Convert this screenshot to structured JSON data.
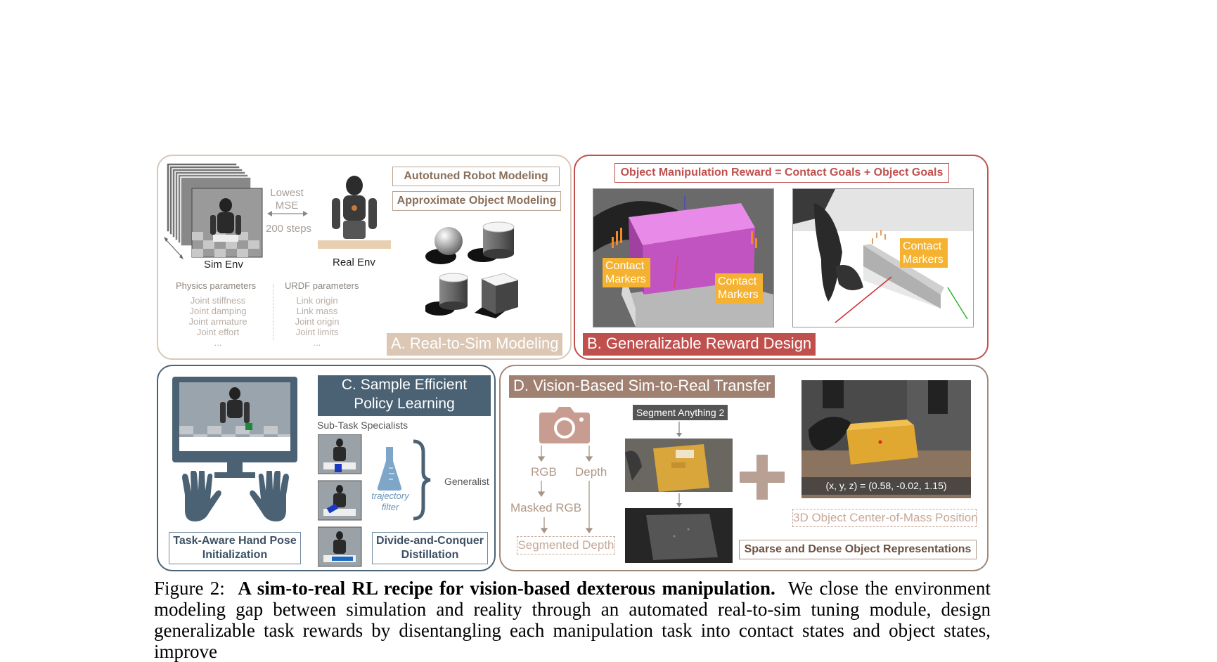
{
  "panelA": {
    "lowest_mse": "Lowest\nMSE",
    "steps": "200 steps",
    "sim_env": "Sim Env",
    "real_env": "Real Env",
    "autotuned": "Autotuned Robot Modeling",
    "approx": "Approximate Object Modeling",
    "physics_header": "Physics parameters",
    "physics_items": [
      "Joint stiffness",
      "Joint damping",
      "Joint armature",
      "Joint effort",
      "..."
    ],
    "urdf_header": "URDF parameters",
    "urdf_items": [
      "Link origin",
      "Link mass",
      "Joint origin",
      "Joint limits",
      "..."
    ],
    "title": "A. Real-to-Sim Modeling"
  },
  "panelB": {
    "equation": "Object Manipulation Reward = Contact Goals + Object Goals",
    "marker1": "Contact\nMarkers",
    "marker2": "Contact\nMarkers",
    "marker3": "Contact\nMarkers",
    "title": "B. Generalizable Reward Design"
  },
  "panelC": {
    "title": "C. Sample Efficient\nPolicy Learning",
    "sub_task": "Sub-Task Specialists",
    "traj_filter": "trajectory\nfilter",
    "generalist": "Generalist",
    "hand_pose": "Task-Aware Hand Pose\nInitialization",
    "distill": "Divide-and-Conquer\nDistillation"
  },
  "panelD": {
    "title": "D. Vision-Based Sim-to-Real Transfer",
    "rgb": "RGB",
    "depth": "Depth",
    "masked_rgb": "Masked RGB",
    "segmented_depth": "Segmented Depth",
    "sam": "Segment Anything 2",
    "coords": "(x, y, z) = (0.58, -0.02, 1.15)",
    "com": "3D Object Center-of-Mass Position",
    "sparse_dense": "Sparse and Dense Object Representations"
  },
  "caption": {
    "label": "Figure 2:",
    "bold": "A sim-to-real RL recipe for vision-based dexterous manipulation.",
    "text": "We close the environment modeling gap between simulation and reality through an automated real-to-sim tuning module, design generalizable task rewards by disentangling each manipulation task into contact states and object states, improve"
  },
  "colors": {
    "panelA": "#d8c8b8",
    "panelB": "#c0504d",
    "panelC": "#4a6274",
    "panelD": "#a08878"
  }
}
